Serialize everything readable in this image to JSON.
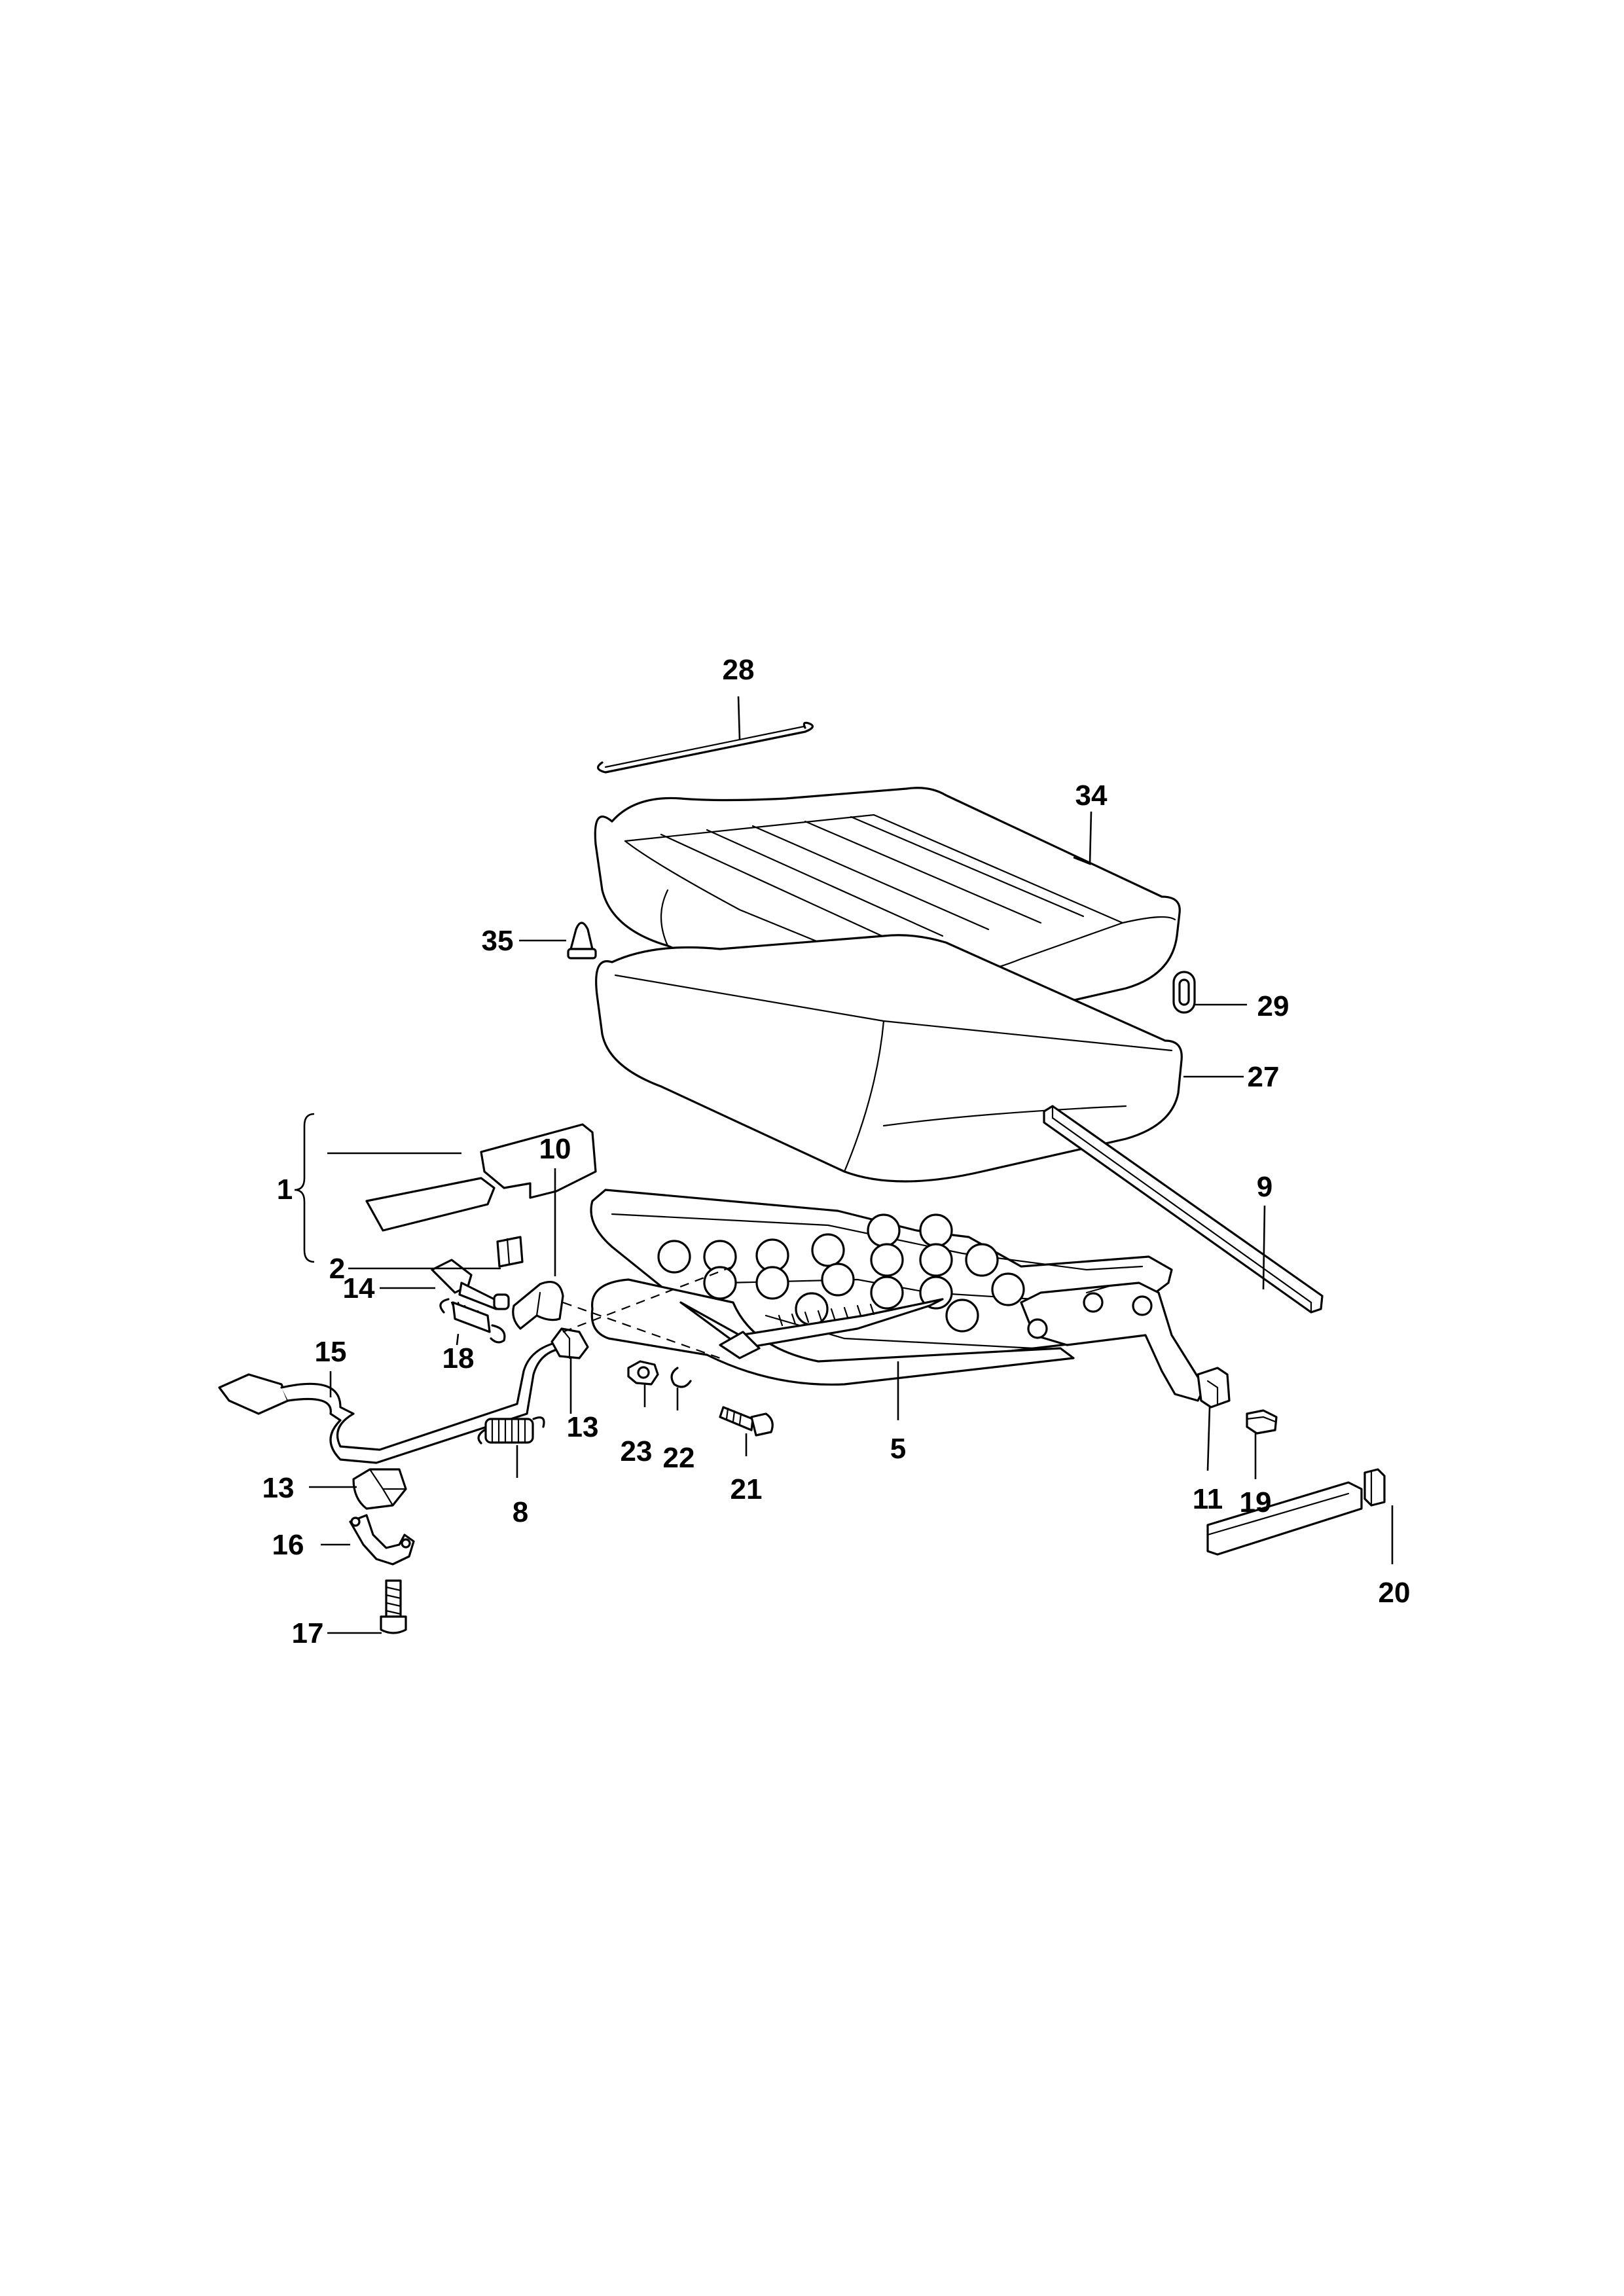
{
  "diagram": {
    "callouts": [
      {
        "id": "c28",
        "text": "28"
      },
      {
        "id": "c34",
        "text": "34"
      },
      {
        "id": "c35",
        "text": "35"
      },
      {
        "id": "c29",
        "text": "29"
      },
      {
        "id": "c27",
        "text": "27"
      },
      {
        "id": "c1",
        "text": "1"
      },
      {
        "id": "c2",
        "text": "2"
      },
      {
        "id": "c10",
        "text": "10"
      },
      {
        "id": "c9",
        "text": "9"
      },
      {
        "id": "c14",
        "text": "14"
      },
      {
        "id": "c18",
        "text": "18"
      },
      {
        "id": "c15",
        "text": "15"
      },
      {
        "id": "c13a",
        "text": "13"
      },
      {
        "id": "c23",
        "text": "23"
      },
      {
        "id": "c22",
        "text": "22"
      },
      {
        "id": "c5",
        "text": "5"
      },
      {
        "id": "c21",
        "text": "21"
      },
      {
        "id": "c8",
        "text": "8"
      },
      {
        "id": "c13b",
        "text": "13"
      },
      {
        "id": "c16",
        "text": "16"
      },
      {
        "id": "c17",
        "text": "17"
      },
      {
        "id": "c11",
        "text": "11"
      },
      {
        "id": "c19",
        "text": "19"
      },
      {
        "id": "c20",
        "text": "20"
      }
    ]
  }
}
